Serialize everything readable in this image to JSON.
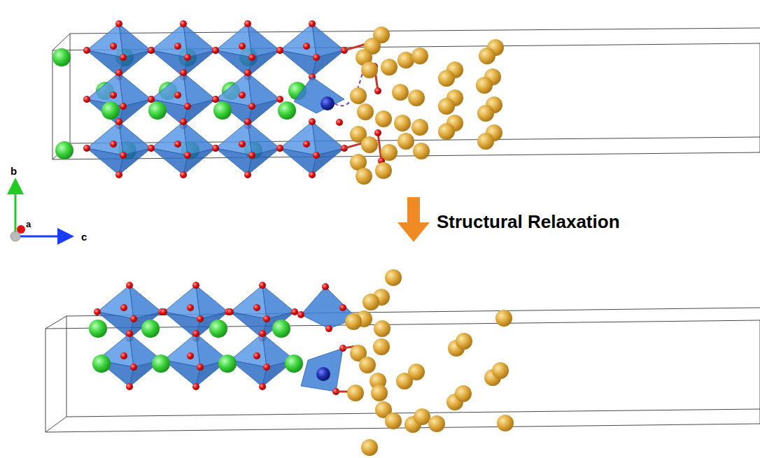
{
  "diagram": {
    "labels": [
      "b",
      "a",
      "c",
      "Structural Relaxation"
    ]
  }
}
